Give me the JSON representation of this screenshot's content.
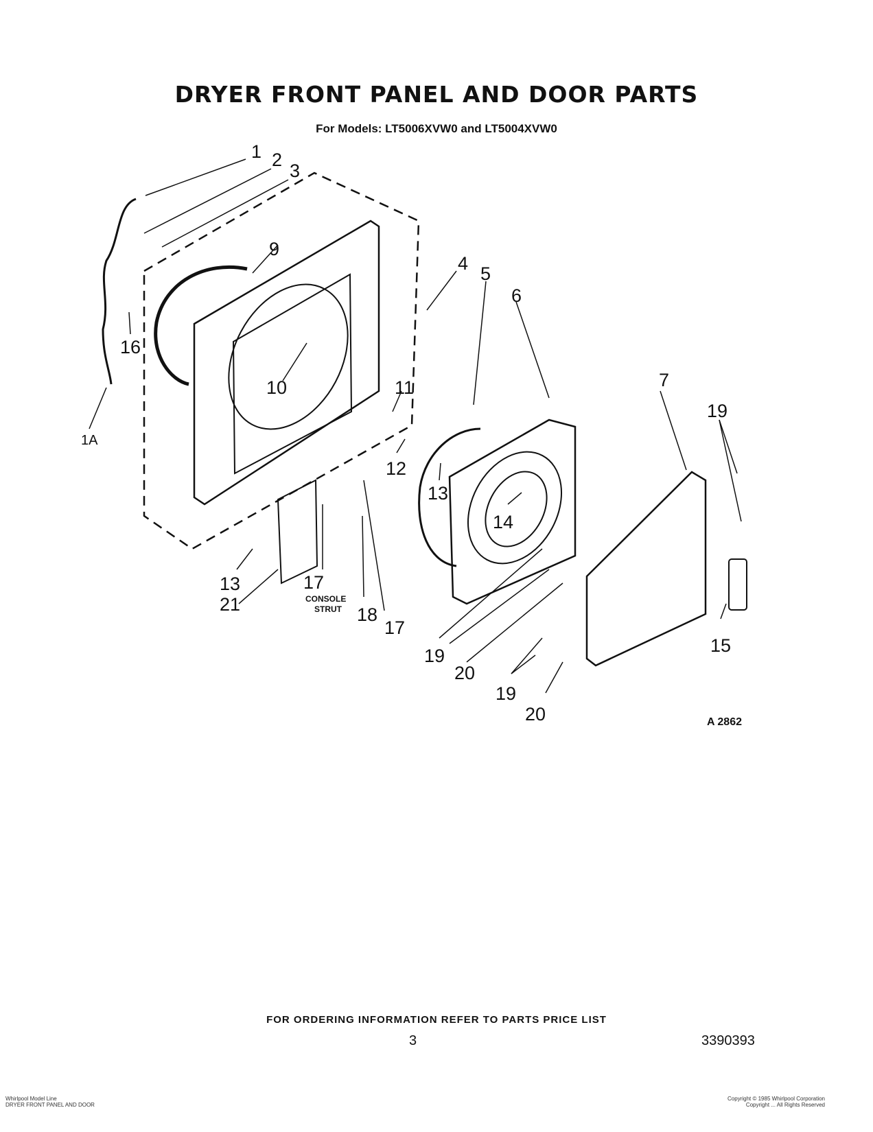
{
  "title": "DRYER FRONT PANEL AND DOOR PARTS",
  "subtitle": "For Models: LT5006XVW0 and LT5004XVW0",
  "callouts": {
    "c1": "1",
    "c2": "2",
    "c3": "3",
    "c4": "4",
    "c5": "5",
    "c6": "6",
    "c7": "7",
    "c9": "9",
    "c10": "10",
    "c11": "11",
    "c12": "12",
    "c13a": "13",
    "c13b": "13",
    "c14": "14",
    "c15": "15",
    "c16": "16",
    "c17a": "17",
    "c17b": "17",
    "c18": "18",
    "c19a": "19",
    "c19b": "19",
    "c19c": "19",
    "c20a": "20",
    "c20b": "20",
    "c21": "21",
    "c1a": "1A"
  },
  "console_strut": [
    "CONSOLE",
    "STRUT"
  ],
  "figure_code": "A 2862",
  "footer_text": "FOR ORDERING INFORMATION REFER TO PARTS PRICE LIST",
  "page_number": "3",
  "doc_number": "3390393",
  "bottom_left": [
    "Whirlpool Model Line",
    "DRYER FRONT PANEL AND DOOR"
  ],
  "bottom_right": [
    "Copyright © 1985 Whirlpool Corporation",
    "Copyright ... All Rights Reserved"
  ]
}
